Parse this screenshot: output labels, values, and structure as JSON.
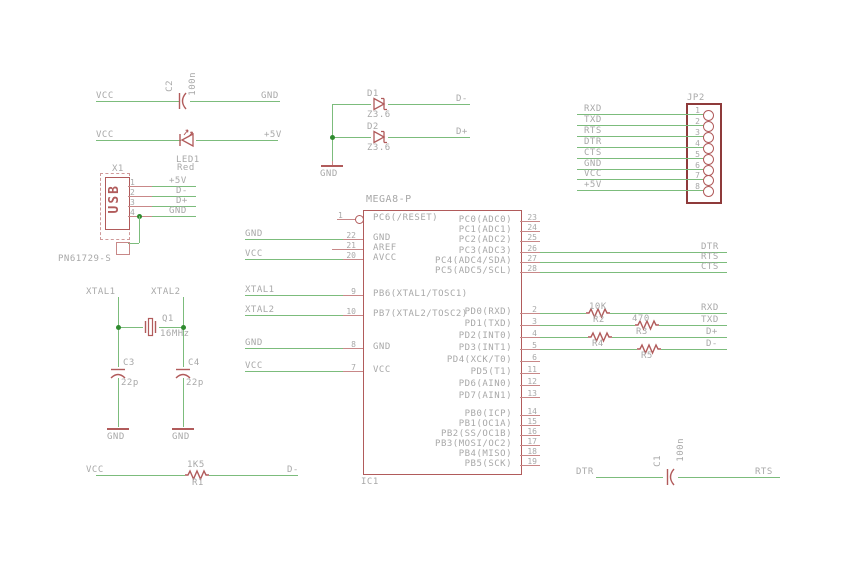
{
  "colors": {
    "wire_green": "#7cbc7c",
    "symbol_red": "#b15b5b",
    "connector_dark_red": "#8e3a3a",
    "label_gray": "#a8a8a8",
    "junction_green": "#2f8b2f",
    "background": "#ffffff"
  },
  "c2_group": {
    "left_net": "VCC",
    "right_net": "GND",
    "name": "C2",
    "value": "100n"
  },
  "led_group": {
    "left_net": "VCC",
    "right_net": "+5V",
    "name": "LED1",
    "value": "Red"
  },
  "usb": {
    "designator": "X1",
    "body_text": "USB",
    "part_number": "PN61729-S",
    "pins": [
      {
        "num": "1",
        "net": "+5V"
      },
      {
        "num": "2",
        "net": "D-"
      },
      {
        "num": "3",
        "net": "D+"
      },
      {
        "num": "4",
        "net": "GND"
      }
    ]
  },
  "zener_group": {
    "d1_name": "D1",
    "d1_value": "Z3.6",
    "d1_net": "D-",
    "d2_name": "D2",
    "d2_value": "Z3.6",
    "d2_net": "D+",
    "gnd": "GND"
  },
  "jp2": {
    "designator": "JP2",
    "rows": [
      {
        "pin": "1",
        "net": "RXD"
      },
      {
        "pin": "2",
        "net": "TXD"
      },
      {
        "pin": "3",
        "net": "RTS"
      },
      {
        "pin": "4",
        "net": "DTR"
      },
      {
        "pin": "5",
        "net": "CTS"
      },
      {
        "pin": "6",
        "net": "GND"
      },
      {
        "pin": "7",
        "net": "VCC"
      },
      {
        "pin": "8",
        "net": "+5V"
      }
    ]
  },
  "ic": {
    "title": "MEGA8-P",
    "ref": "IC1",
    "left_pins": [
      {
        "num": "1",
        "label": "PC6(/RESET)"
      },
      {
        "num": "22",
        "label": "GND",
        "net": "GND"
      },
      {
        "num": "21",
        "label": "AREF"
      },
      {
        "num": "20",
        "label": "AVCC",
        "net": "VCC"
      },
      {
        "num": "9",
        "label": "PB6(XTAL1/TOSC1)",
        "net": "XTAL1"
      },
      {
        "num": "10",
        "label": "PB7(XTAL2/TOSC2)",
        "net": "XTAL2"
      },
      {
        "num": "8",
        "label": "GND",
        "net": "GND"
      },
      {
        "num": "7",
        "label": "VCC",
        "net": "VCC"
      }
    ],
    "right_pins_pc": [
      {
        "num": "23",
        "label": "PC0(ADC0)"
      },
      {
        "num": "24",
        "label": "PC1(ADC1)"
      },
      {
        "num": "25",
        "label": "PC2(ADC2)"
      },
      {
        "num": "26",
        "label": "PC3(ADC3)",
        "net": "DTR"
      },
      {
        "num": "27",
        "label": "PC4(ADC4/SDA)",
        "net": "RTS"
      },
      {
        "num": "28",
        "label": "PC5(ADC5/SCL)",
        "net": "CTS"
      }
    ],
    "right_pins_pd": [
      {
        "num": "2",
        "label": "PD0(RXD)",
        "res_value": "10K",
        "res_name": "R2",
        "net": "RXD"
      },
      {
        "num": "3",
        "label": "PD1(TXD)",
        "res_value": "470",
        "res_name": "R3",
        "net": "TXD"
      },
      {
        "num": "4",
        "label": "PD2(INT0)",
        "res_name": "R4",
        "net": "D+"
      },
      {
        "num": "5",
        "label": "PD3(INT1)",
        "res_name": "R5",
        "net": "D-"
      },
      {
        "num": "6",
        "label": "PD4(XCK/T0)"
      },
      {
        "num": "11",
        "label": "PD5(T1)"
      },
      {
        "num": "12",
        "label": "PD6(AIN0)"
      },
      {
        "num": "13",
        "label": "PD7(AIN1)"
      }
    ],
    "right_pins_pb": [
      {
        "num": "14",
        "label": "PB0(ICP)"
      },
      {
        "num": "15",
        "label": "PB1(OC1A)"
      },
      {
        "num": "16",
        "label": "PB2(SS/OC1B)"
      },
      {
        "num": "17",
        "label": "PB3(MOSI/OC2)"
      },
      {
        "num": "18",
        "label": "PB4(MISO)"
      },
      {
        "num": "19",
        "label": "PB5(SCK)"
      }
    ]
  },
  "crystal_group": {
    "xtal1": "XTAL1",
    "xtal2": "XTAL2",
    "name": "Q1",
    "value": "16MHz",
    "c3_name": "C3",
    "c3_value": "22p",
    "c4_name": "C4",
    "c4_value": "22p",
    "gnd1": "GND",
    "gnd2": "GND"
  },
  "r1_group": {
    "left_net": "VCC",
    "value": "1K5",
    "name": "R1",
    "right_net": "D-"
  },
  "c1_group": {
    "left_net": "DTR",
    "name": "C1",
    "value": "100n",
    "right_net": "RTS"
  }
}
